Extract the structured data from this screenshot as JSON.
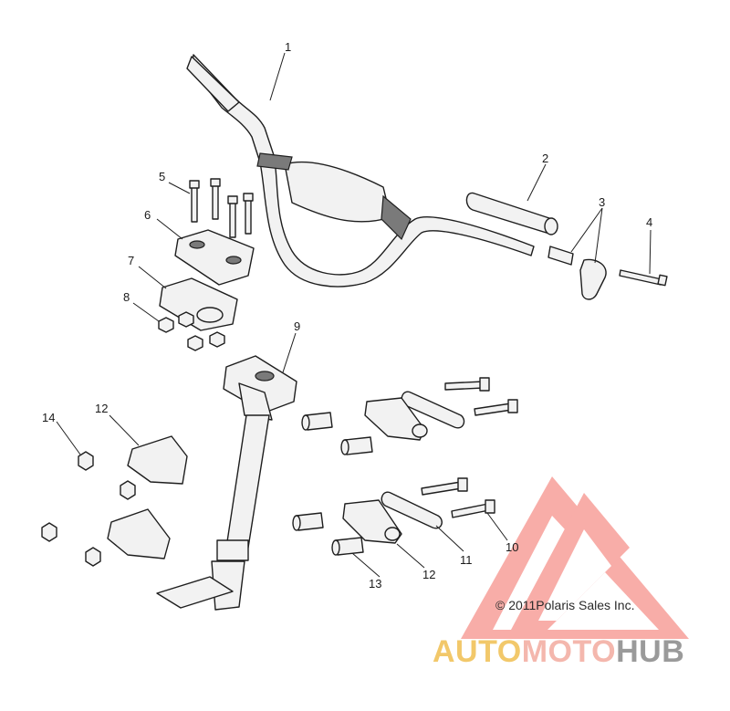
{
  "diagram": {
    "callouts": [
      "1",
      "2",
      "3",
      "4",
      "5",
      "6",
      "7",
      "8",
      "9",
      "10",
      "11",
      "12",
      "12",
      "13",
      "14"
    ]
  },
  "copyright": "© 2011Polaris Sales Inc.",
  "watermark": {
    "part1": "AUTO",
    "part2": "MOTO",
    "part3": "HUB",
    "colors": {
      "triangle": "#ee3b38",
      "auto": "#f2c86a",
      "moto": "#f4b7ad",
      "hub": "#9a9a9a"
    }
  }
}
